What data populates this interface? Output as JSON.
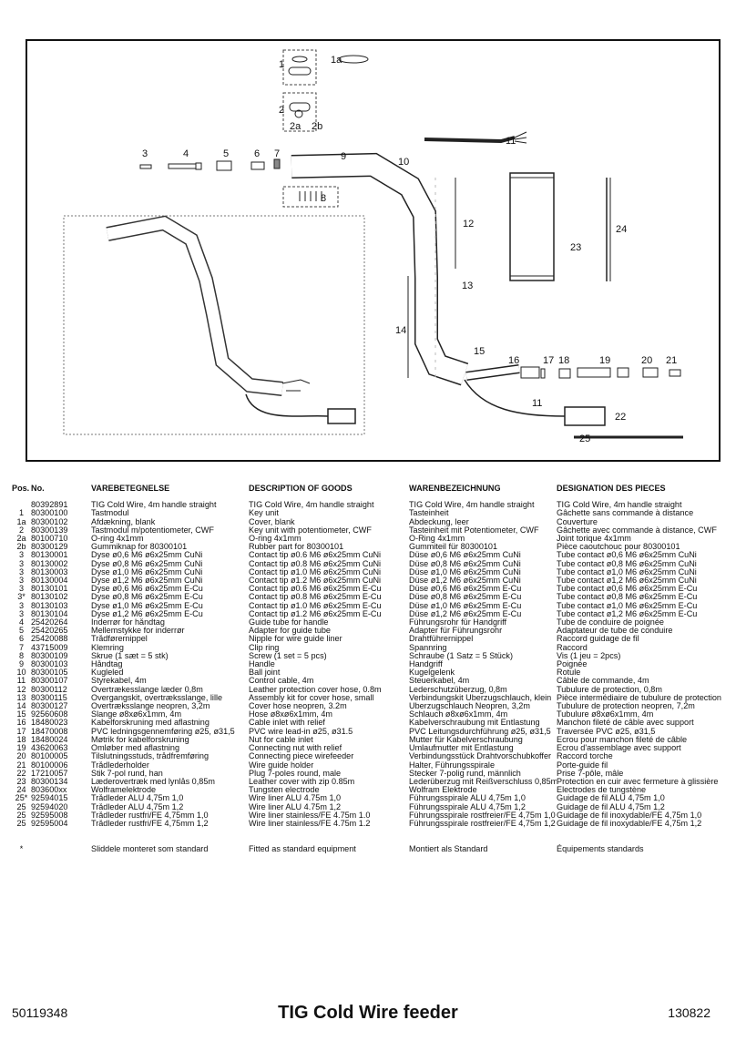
{
  "drawing": {
    "callouts": [
      "1",
      "1a",
      "2",
      "2a",
      "2b",
      "3",
      "4",
      "5",
      "6",
      "7",
      "8",
      "9",
      "10",
      "11",
      "11",
      "12",
      "13",
      "14",
      "15",
      "16",
      "17",
      "18",
      "19",
      "20",
      "21",
      "22",
      "23",
      "24",
      "25"
    ]
  },
  "table": {
    "headers": [
      "Pos.",
      "No.",
      "VAREBETEGNELSE",
      "DESCRIPTION OF GOODS",
      "WARENBEZEICHNUNG",
      "DESIGNATION DES PIECES"
    ],
    "rows": [
      [
        "",
        "80392891",
        "TIG Cold Wire, 4m handle straight",
        "TIG Cold Wire, 4m handle straight",
        "TIG Cold Wire, 4m handle straight",
        "TIG Cold Wire, 4m handle straight"
      ],
      [
        "1",
        "80300100",
        "Tastmodul",
        "Key unit",
        "Tasteinheit",
        "Gâchette sans commande à distance"
      ],
      [
        "1a",
        "80300102",
        "Afdækning, blank",
        "Cover, blank",
        "Abdeckung, leer",
        "Couverture"
      ],
      [
        "2",
        "80300139",
        "Tastmodul m/potentiometer, CWF",
        "Key unit with potentiometer, CWF",
        "Tasteinheit mit Potentiometer, CWF",
        "Gâchette avec commande à distance, CWF"
      ],
      [
        "2a",
        "80100710",
        "O-ring 4x1mm",
        "O-ring 4x1mm",
        "O-Ring 4x1mm",
        "Joint torique 4x1mm"
      ],
      [
        "2b",
        "80300129",
        "Gummiknap for 80300101",
        "Rubber part for 80300101",
        "Gummiteil für 80300101",
        "Pièce caoutchouc pour 80300101"
      ],
      [
        "3",
        "80130001",
        "Dyse ø0,6 M6 ø6x25mm CuNi",
        "Contact tip ø0.6 M6 ø6x25mm CuNi",
        "Düse ø0,6 M6 ø6x25mm CuNi",
        "Tube contact ø0,6 M6 ø6x25mm CuNi"
      ],
      [
        "3",
        "80130002",
        "Dyse ø0,8 M6 ø6x25mm CuNi",
        "Contact tip ø0.8 M6 ø6x25mm CuNi",
        "Düse ø0,8 M6 ø6x25mm CuNi",
        "Tube contact ø0,8 M6 ø6x25mm CuNi"
      ],
      [
        "3",
        "80130003",
        "Dyse ø1,0 M6 ø6x25mm CuNi",
        "Contact tip ø1.0 M6 ø6x25mm CuNi",
        "Düse ø1,0 M6 ø6x25mm CuNi",
        "Tube contact ø1,0 M6 ø6x25mm CuNi"
      ],
      [
        "3",
        "80130004",
        "Dyse ø1,2 M6 ø6x25mm CuNi",
        "Contact tip ø1.2 M6 ø6x25mm CuNi",
        "Düse ø1,2 M6 ø6x25mm CuNi",
        "Tube contact ø1,2 M6 ø6x25mm CuNi"
      ],
      [
        "3",
        "80130101",
        "Dyse ø0,6 M6 ø6x25mm E-Cu",
        "Contact tip ø0.6 M6 ø6x25mm E-Cu",
        "Düse ø0,6 M6 ø6x25mm E-Cu",
        "Tube contact ø0,6 M6 ø6x25mm E-Cu"
      ],
      [
        "3*",
        "80130102",
        "Dyse ø0,8 M6 ø6x25mm E-Cu",
        "Contact tip ø0.8 M6 ø6x25mm E-Cu",
        "Düse ø0,8 M6 ø6x25mm E-Cu",
        "Tube contact ø0,8 M6 ø6x25mm E-Cu"
      ],
      [
        "3",
        "80130103",
        "Dyse ø1,0 M6 ø6x25mm E-Cu",
        "Contact tip ø1.0 M6 ø6x25mm E-Cu",
        "Düse ø1,0 M6 ø6x25mm E-Cu",
        "Tube contact ø1,0 M6 ø6x25mm E-Cu"
      ],
      [
        "3",
        "80130104",
        "Dyse ø1,2 M6 ø6x25mm E-Cu",
        "Contact tip ø1.2 M6 ø6x25mm E-Cu",
        "Düse ø1,2 M6 ø6x25mm E-Cu",
        "Tube contact ø1,2 M6 ø6x25mm E-Cu"
      ],
      [
        "4",
        "25420264",
        "Inderrør for håndtag",
        "Guide tube for handle",
        "Führungsrohr für Handgriff",
        "Tube de conduire de poignée"
      ],
      [
        "5",
        "25420265",
        "Mellemstykke for inderrør",
        "Adapter for guide tube",
        "Adapter für Führungsrohr",
        "Adaptateur de tube de conduire"
      ],
      [
        "6",
        "25420088",
        "Trådførernippel",
        "Nipple for wire guide liner",
        "Drahtführernippel",
        "Raccord guidage de fil"
      ],
      [
        "7",
        "43715009",
        "Klemring",
        "Clip ring",
        "Spannring",
        "Raccord"
      ],
      [
        "8",
        "80300109",
        "Skrue (1 sæt = 5 stk)",
        "Screw (1 set = 5 pcs)",
        "Schraube (1 Satz = 5 Stück)",
        "Vis (1 jeu = 2pcs)"
      ],
      [
        "9",
        "80300103",
        "Håndtag",
        "Handle",
        "Handgriff",
        "Poignée"
      ],
      [
        "10",
        "80300105",
        "Kugleled",
        "Ball joint",
        "Kugelgelenk",
        "Rotule"
      ],
      [
        "11",
        "80300107",
        "Styrekabel, 4m",
        "Control cable, 4m",
        "Steuerkabel, 4m",
        "Câble de commande, 4m"
      ],
      [
        "12",
        "80300112",
        "Overtrækesslange læder 0,8m",
        "Leather protection cover hose, 0.8m",
        "Lederschutzüberzug, 0,8m",
        "Tubulure de protection, 0,8m"
      ],
      [
        "13",
        "80300115",
        "Overgangskit, overtræksslange, lille",
        "Assembly kit for cover hose, small",
        "Verbindungskit Überzugschlauch, klein",
        "Pièce intermédiaire de tubulure de protection"
      ],
      [
        "14",
        "80300127",
        "Overtræksslange neopren, 3,2m",
        "Cover hose neopren, 3.2m",
        "Überzugschlauch Neopren, 3,2m",
        "Tubulure de protection neopren, 7,2m"
      ],
      [
        "15",
        "92560608",
        "Slange ø8xø6x1mm, 4m",
        "Hose ø8xø6x1mm, 4m",
        "Schlauch ø8xø6x1mm, 4m",
        "Tubulure ø8xø6x1mm, 4m"
      ],
      [
        "16",
        "18480023",
        "Kabelforskruning med aflastning",
        "Cable inlet with relief",
        "Kabelverschraubung mit Entlastung",
        "Manchon fileté de câble avec support"
      ],
      [
        "17",
        "18470008",
        "PVC ledningsgennemføring ø25, ø31,5",
        "PVC wire lead-in ø25, ø31.5",
        "PVC Leitungsdurchführung ø25, ø31,5",
        "Traversée PVC ø25, ø31,5"
      ],
      [
        "18",
        "18480024",
        "Møtrik for kabelforskruning",
        "Nut for cable inlet",
        "Mutter für Kabelverschraubung",
        "Ecrou pour manchon fileté de câble"
      ],
      [
        "19",
        "43620063",
        "Omløber med aflastning",
        "Connecting nut with relief",
        "Umlaufmutter mit Entlastung",
        "Ecrou d'assemblage avec support"
      ],
      [
        "20",
        "80100005",
        "Tilslutningsstuds, trådfremføring",
        "Connecting piece wirefeeder",
        "Verbindungsstück Drahtvorschubkoffer",
        "Raccord torche"
      ],
      [
        "21",
        "80100006",
        "Trådlederholder",
        "Wire guide holder",
        "Halter, Führungsspirale",
        "Porte-guide fil"
      ],
      [
        "22",
        "17210057",
        "Stik 7-pol rund, han",
        "Plug 7-poles round, male",
        "Stecker 7-polig rund, männlich",
        "Prise 7-pôle, mâle"
      ],
      [
        "23",
        "80300134",
        "Læderovertræk med lynlås 0,85m",
        "Leather cover with zip 0.85m",
        "Lederüberzug mit Reißverschluss 0,85m",
        "Protection en cuir avec fermeture à glissière"
      ],
      [
        "24",
        "803600xx",
        "Wolframelektrode",
        "Tungsten electrode",
        "Wolfram Elektrode",
        "Électrodes de tungstène"
      ],
      [
        "25*",
        "92594015",
        "Trådleder ALU 4,75m 1,0",
        "Wire liner ALU 4.75m 1,0",
        "Führungsspirale ALU 4,75m 1,0",
        "Guidage de fil ALU 4,75m 1,0"
      ],
      [
        "25",
        "92594020",
        "Trådleder ALU 4,75m 1,2",
        "Wire liner ALU 4.75m 1,2",
        "Führungsspirale ALU 4,75m 1,2",
        "Guidage de fil ALU 4,75m 1,2"
      ],
      [
        "25",
        "92595008",
        "Trådleder rustfri/FE 4,75mm 1,0",
        "Wire liner stainless/FE 4.75m 1.0",
        "Führungsspirale rostfreier/FE 4,75m 1,0",
        "Guidage de fil inoxydable/FE 4,75m 1,0"
      ],
      [
        "25",
        "92595004",
        "Trådleder rustfri/FE 4,75mm 1,2",
        "Wire liner stainless/FE 4.75m 1.2",
        "Führungsspirale rostfreier/FE 4,75m 1,2",
        "Guidage de fil inoxydable/FE 4,75m 1,2"
      ]
    ],
    "footnote": [
      "*",
      "",
      "Sliddele monteret som standard",
      "Fitted as standard equipment",
      "Montiert als Standard",
      "Équipements standards"
    ]
  },
  "footer": {
    "doc_number": "50119348",
    "title": "TIG Cold Wire feeder",
    "date_code": "130822"
  }
}
